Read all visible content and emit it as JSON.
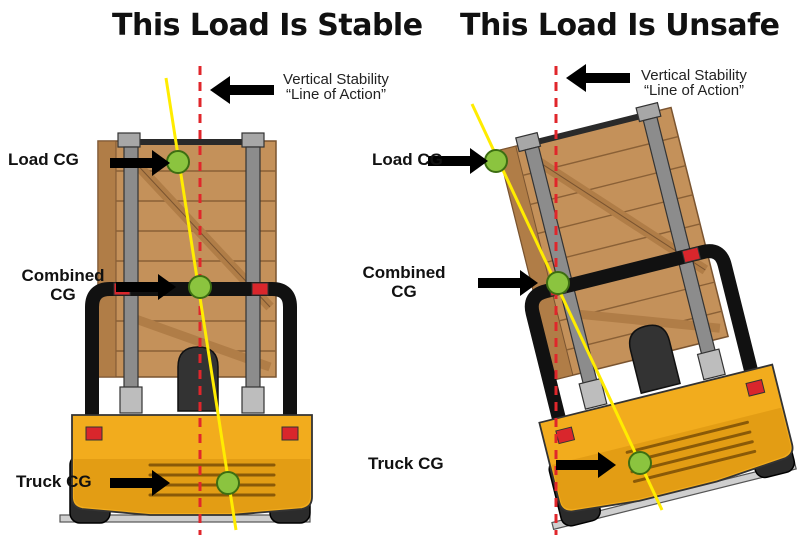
{
  "titles": {
    "left": "This Load Is Stable",
    "right": "This Load Is Unsafe"
  },
  "labels": {
    "load_cg": "Load CG",
    "combined_cg_line1": "Combined",
    "combined_cg_line2": "CG",
    "truck_cg": "Truck CG",
    "vertical_stability_line1": "Vertical Stability",
    "vertical_stability_line2": "“Line of Action”"
  },
  "colors": {
    "crate": "#c4915a",
    "crate_dark": "#8a6036",
    "mast": "#8c8c8c",
    "truck_body": "#f2ac1d",
    "truck_dark": "#c9840a",
    "tire": "#222222",
    "cg_marker": "#8bc43f",
    "red_accent": "#d9262c",
    "line_of_action": "#e0262b",
    "cg_line": "#ffec00"
  }
}
